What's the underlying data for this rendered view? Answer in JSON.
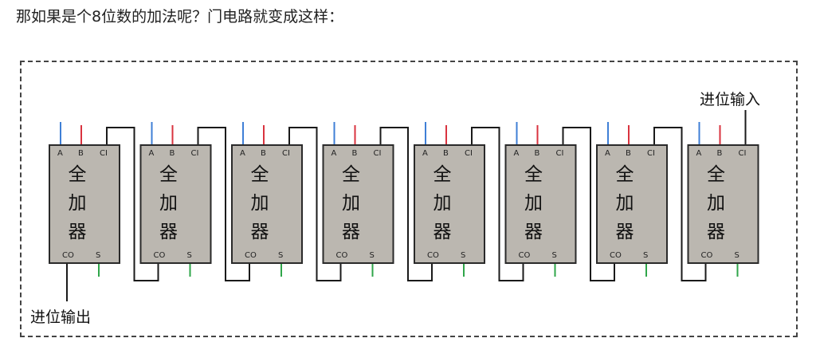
{
  "heading": "那如果是个8位数的加法呢？门电路就变成这样：",
  "diagram": {
    "adder_label": [
      "全",
      "加",
      "器"
    ],
    "pins": {
      "a": "A",
      "b": "B",
      "ci": "CI",
      "co": "CO",
      "s": "S"
    },
    "adder_count": 8,
    "carry_in_label": "进位输入",
    "carry_out_label": "进位输出",
    "colors": {
      "box_fill": "#bbb7b0",
      "box_stroke": "#2a2a2a",
      "wire": "#1a1a1a",
      "input_a": "#3f7fd6",
      "input_b": "#d9333f",
      "output_s": "#2fa64a"
    }
  }
}
